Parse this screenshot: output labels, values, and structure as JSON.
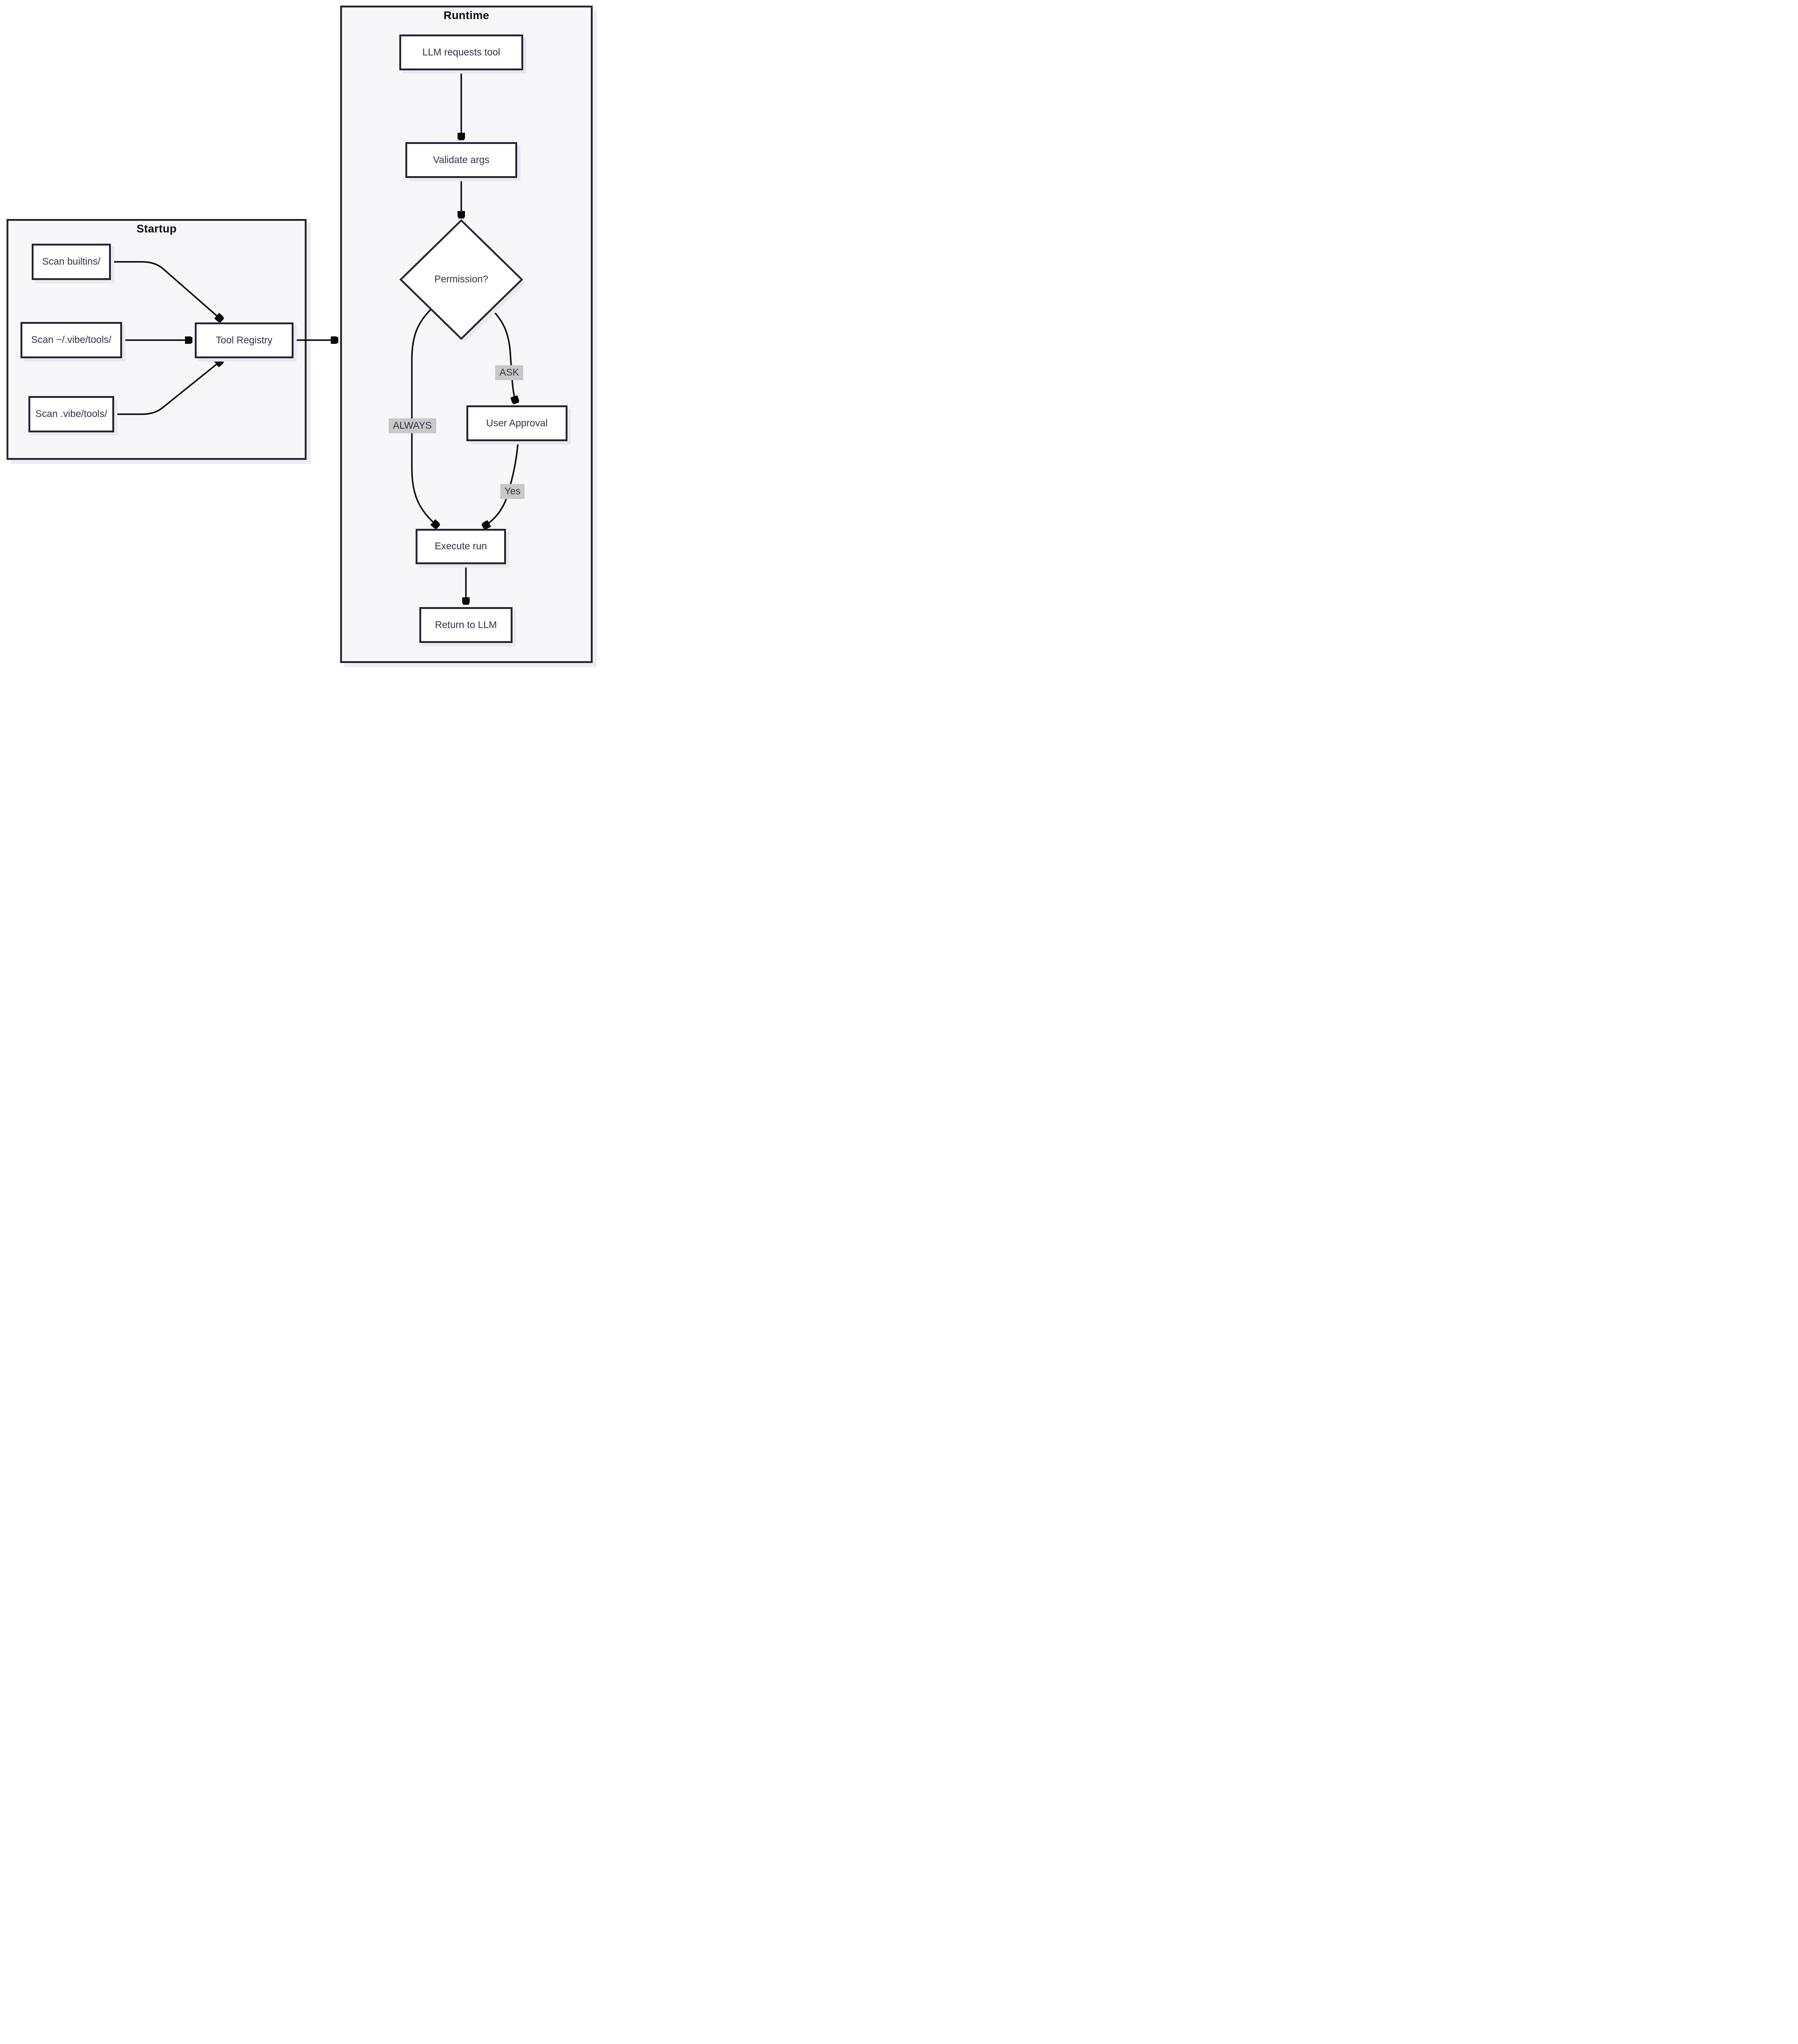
{
  "subgraphs": {
    "startup": {
      "label": "Startup"
    },
    "runtime": {
      "label": "Runtime"
    }
  },
  "nodes": {
    "scan_builtins": {
      "label": "Scan builtins/"
    },
    "scan_user_tools": {
      "label": "Scan ~/.vibe/tools/"
    },
    "scan_project_tools": {
      "label": "Scan .vibe/tools/"
    },
    "tool_registry": {
      "label": "Tool Registry"
    },
    "llm_requests_tool": {
      "label": "LLM requests tool"
    },
    "validate_args": {
      "label": "Validate args"
    },
    "permission": {
      "label": "Permission?",
      "shape": "diamond"
    },
    "user_approval": {
      "label": "User Approval"
    },
    "execute_run": {
      "label": "Execute run"
    },
    "return_to_llm": {
      "label": "Return to LLM"
    }
  },
  "edge_labels": {
    "always": {
      "label": "ALWAYS"
    },
    "ask": {
      "label": "ASK"
    },
    "yes": {
      "label": "Yes"
    }
  },
  "edges": [
    {
      "from": "scan_builtins",
      "to": "tool_registry"
    },
    {
      "from": "scan_user_tools",
      "to": "tool_registry"
    },
    {
      "from": "scan_project_tools",
      "to": "tool_registry"
    },
    {
      "from": "tool_registry",
      "to": "runtime"
    },
    {
      "from": "llm_requests_tool",
      "to": "validate_args"
    },
    {
      "from": "validate_args",
      "to": "permission"
    },
    {
      "from": "permission",
      "to": "execute_run",
      "label": "ALWAYS"
    },
    {
      "from": "permission",
      "to": "user_approval",
      "label": "ASK"
    },
    {
      "from": "user_approval",
      "to": "execute_run",
      "label": "Yes"
    },
    {
      "from": "execute_run",
      "to": "return_to_llm"
    }
  ],
  "colors": {
    "page_background": "#ffffff",
    "subgraph_fill": "#f7f7f9",
    "border": "#262639",
    "node_fill": "#ffffff",
    "node_text": "#303049",
    "title_text": "#0c0c12",
    "arrow": "#0a0a0a",
    "edge_label_background": "#c8c8c8",
    "shadow": "#e9e9ec"
  }
}
